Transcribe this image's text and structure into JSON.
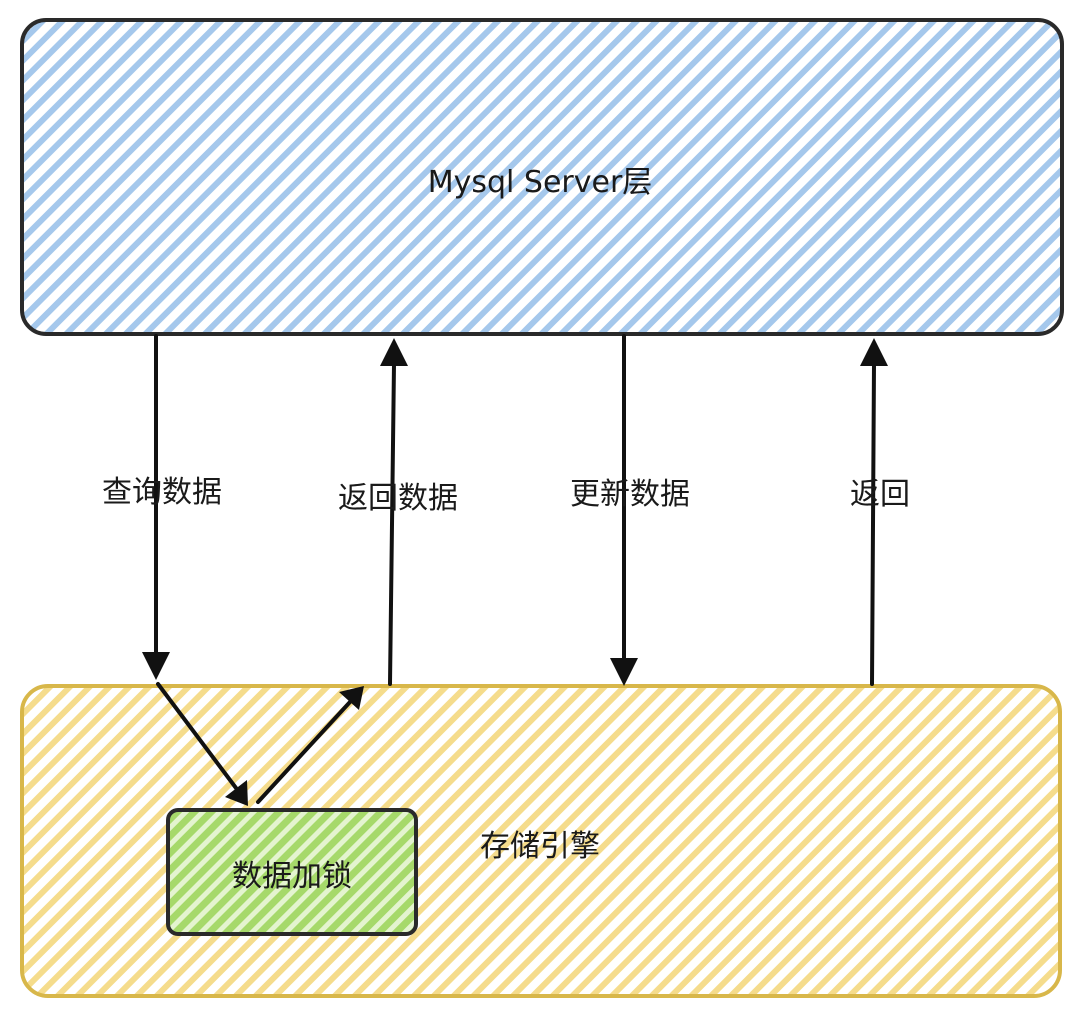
{
  "server_layer": {
    "label": "Mysql Server层",
    "fill": "#a5c8ec",
    "stroke": "#2a2a2a"
  },
  "storage_engine": {
    "label": "存储引擎",
    "fill": "#f5dc8c",
    "stroke": "#d8b74a"
  },
  "lock_box": {
    "label": "数据加锁",
    "fill": "#a6d96a",
    "stroke": "#2a2a2a"
  },
  "flows": {
    "query": "查询数据",
    "return_data": "返回数据",
    "update": "更新数据",
    "return": "返回"
  }
}
